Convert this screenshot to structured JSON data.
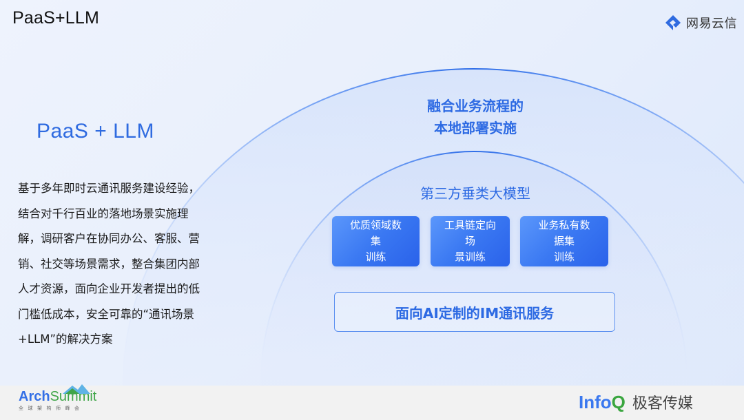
{
  "slide": {
    "top_title": "PaaS+LLM",
    "brand": {
      "name": "网易云信",
      "icon": "netease-yunxin-logo-icon",
      "color": "#2f6be0"
    },
    "left": {
      "heading": "PaaS + LLM",
      "body_lines": [
        "基于多年即时云通讯服务建设经验，",
        "结合对千行百业的落地场景实施理",
        "解，调研客户在协同办公、客服、营",
        "销、社交等场景需求，整合集团内部",
        "人才资源，面向企业开发者提出的低",
        "门槛低成本，安全可靠的“通讯场景",
        "+LLM”的解决方案"
      ]
    },
    "diagram": {
      "outer_arc_heading": [
        "融合业务流程的",
        "本地部署实施"
      ],
      "inner_arc_heading": "第三方垂类大模型",
      "cards": [
        {
          "lines": [
            "优质领域数集",
            "训练"
          ]
        },
        {
          "lines": [
            "工具链定向场",
            "景训练"
          ]
        },
        {
          "lines": [
            "业务私有数据集",
            "训练"
          ]
        }
      ],
      "base_box": "面向AI定制的IM通讯服务",
      "accent_color": "#2d6ae3"
    }
  },
  "footer": {
    "left_logo": {
      "word_a": "Arch",
      "word_b": "Summit",
      "subtitle": "全球架构师峰会"
    },
    "right_logo": {
      "word_a": "Info",
      "word_b": "Q",
      "cn": "极客传媒"
    }
  }
}
